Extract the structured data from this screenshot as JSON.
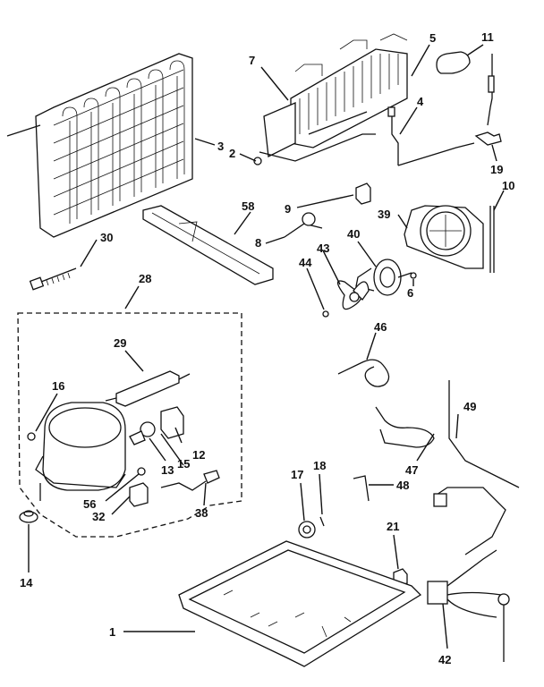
{
  "labels": {
    "l1": "1",
    "l2": "2",
    "l3": "3",
    "l4": "4",
    "l5": "5",
    "l6": "6",
    "l7": "7",
    "l8": "8",
    "l9": "9",
    "l10": "10",
    "l11": "11",
    "l12": "12",
    "l13": "13",
    "l14": "14",
    "l15": "15",
    "l16": "16",
    "l17": "17",
    "l18": "18",
    "l19": "19",
    "l21": "21",
    "l28": "28",
    "l29": "29",
    "l30": "30",
    "l32": "32",
    "l38": "38",
    "l39": "39",
    "l40": "40",
    "l42": "42",
    "l43": "43",
    "l44": "44",
    "l46": "46",
    "l47": "47",
    "l48": "48",
    "l49": "49",
    "l56": "56",
    "l58": "58"
  }
}
